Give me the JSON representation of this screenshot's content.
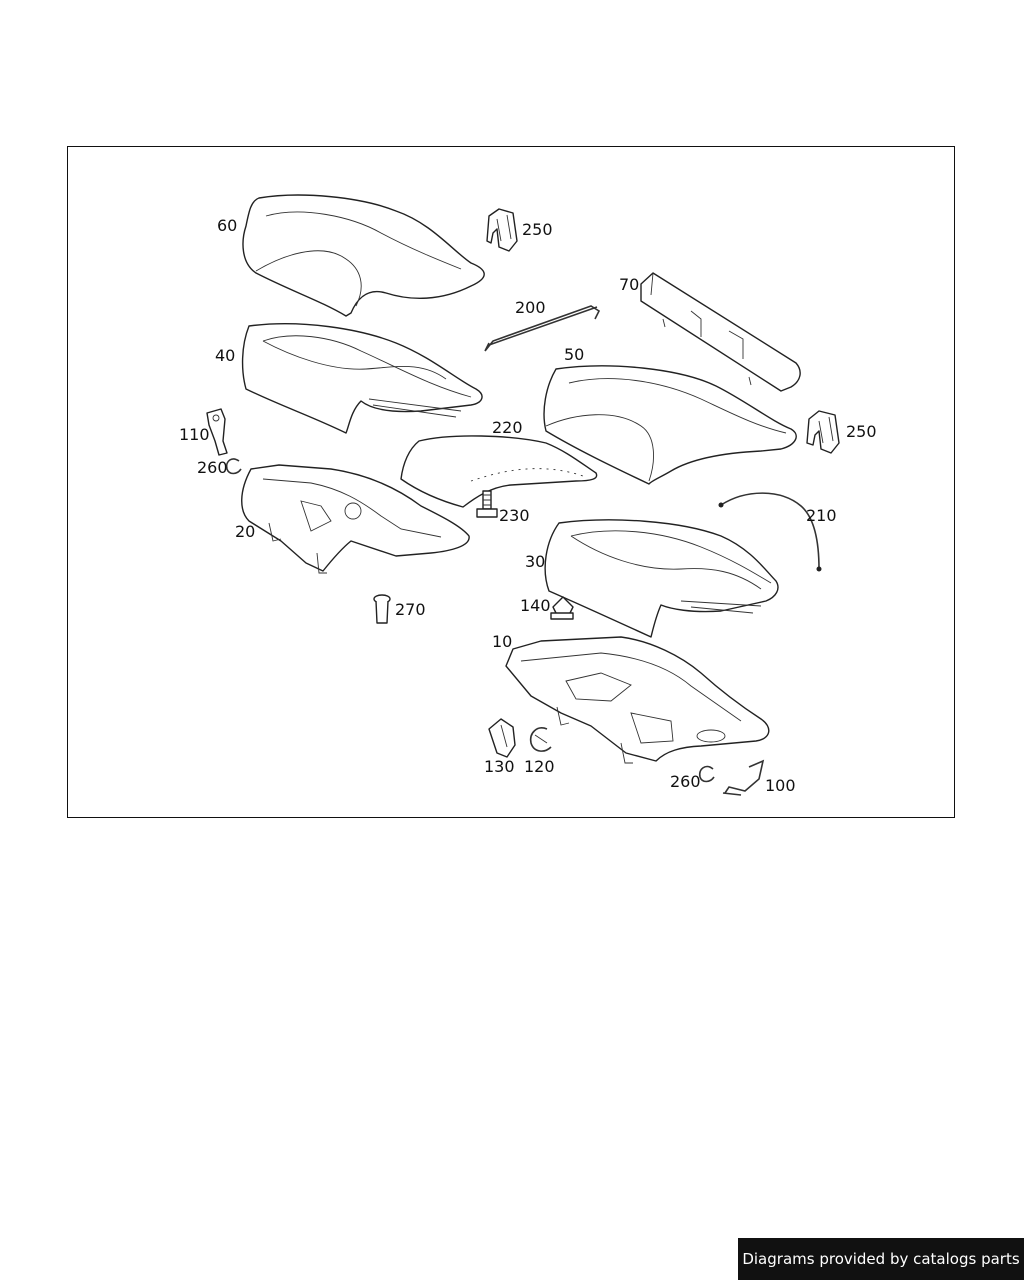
{
  "callouts": [
    "60",
    "250",
    "200",
    "70",
    "40",
    "50",
    "250",
    "110",
    "260",
    "220",
    "230",
    "20",
    "210",
    "30",
    "140",
    "270",
    "10",
    "130",
    "120",
    "260",
    "100"
  ],
  "credit": "Diagrams provided by catalogs parts"
}
